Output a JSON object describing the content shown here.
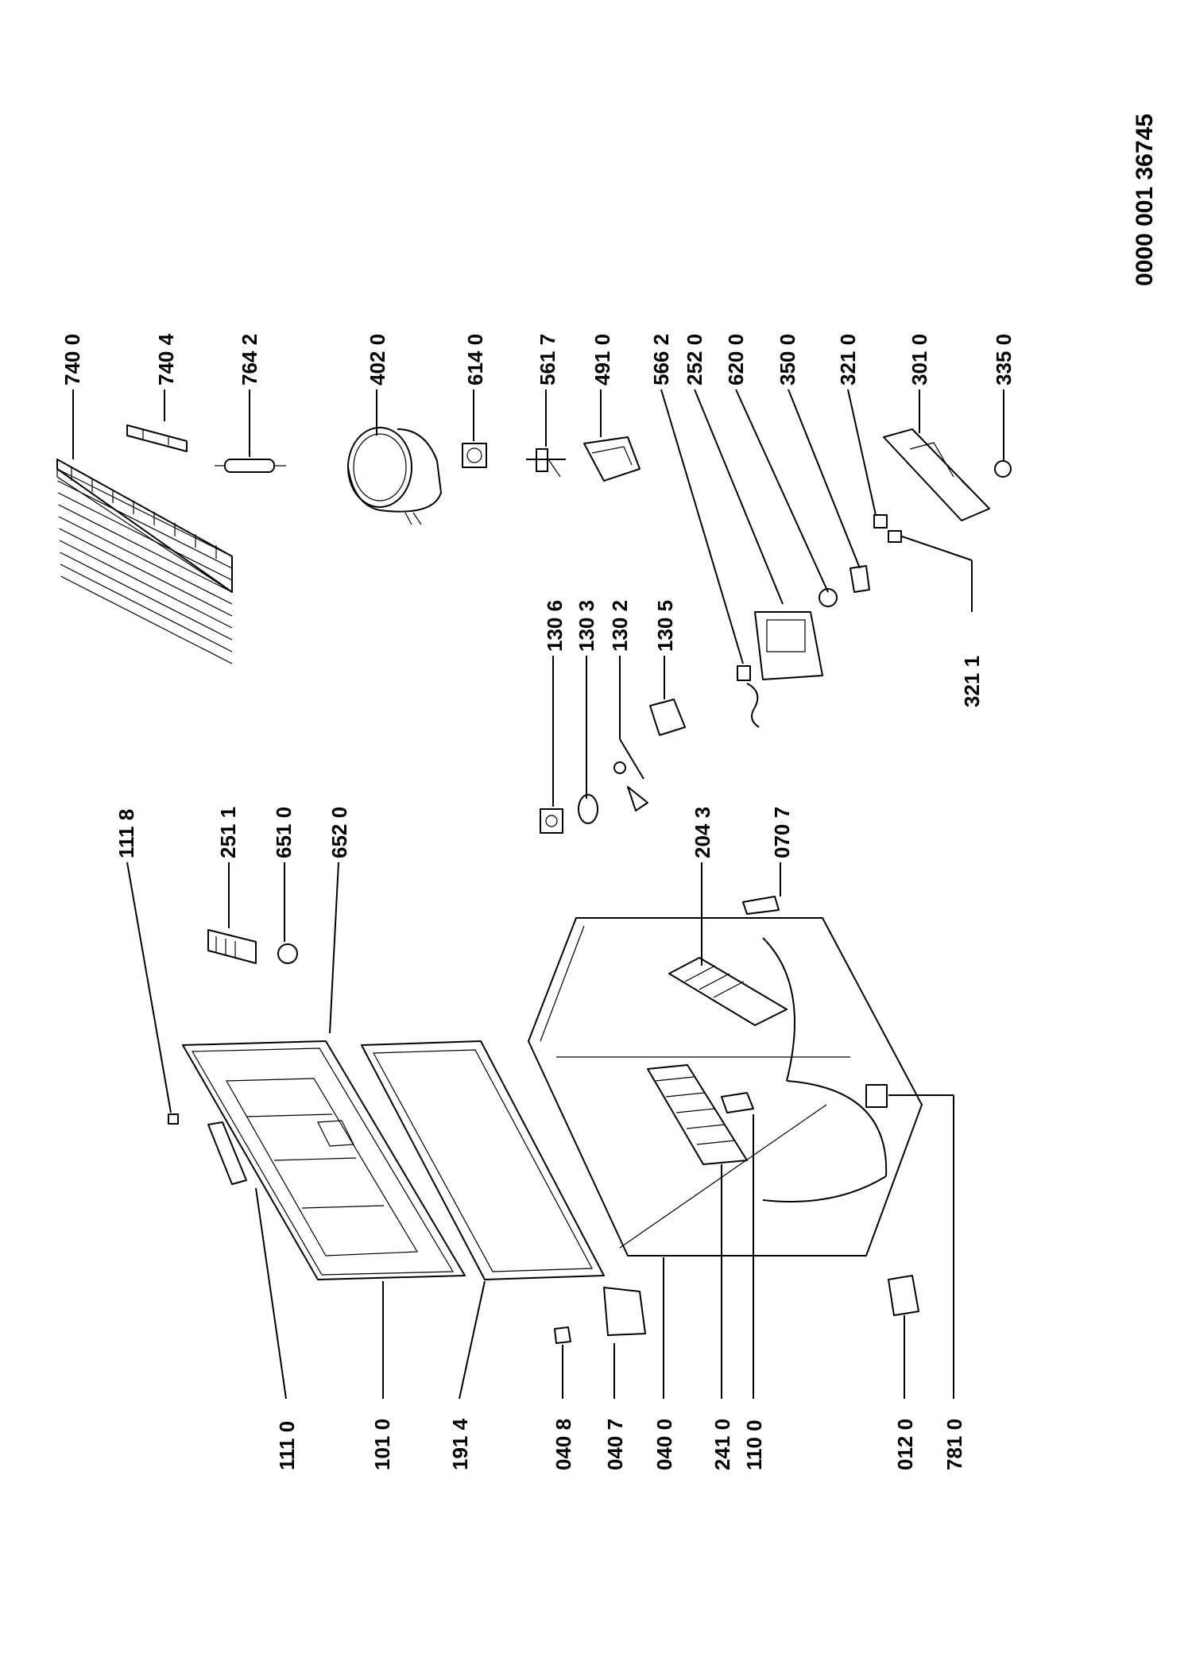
{
  "document_number": "0000 001 36745",
  "labels": [
    {
      "id": "7400",
      "text": "740 0"
    },
    {
      "id": "7404",
      "text": "740 4"
    },
    {
      "id": "7642",
      "text": "764 2"
    },
    {
      "id": "4020",
      "text": "402 0"
    },
    {
      "id": "6140",
      "text": "614 0"
    },
    {
      "id": "5617",
      "text": "561 7"
    },
    {
      "id": "4910",
      "text": "491 0"
    },
    {
      "id": "5662",
      "text": "566 2"
    },
    {
      "id": "2520",
      "text": "252 0"
    },
    {
      "id": "6200",
      "text": "620 0"
    },
    {
      "id": "3500",
      "text": "350 0"
    },
    {
      "id": "3210",
      "text": "321 0"
    },
    {
      "id": "3010",
      "text": "301 0"
    },
    {
      "id": "3350",
      "text": "335 0"
    },
    {
      "id": "3211",
      "text": "321 1"
    },
    {
      "id": "1306",
      "text": "130 6"
    },
    {
      "id": "1303",
      "text": "130 3"
    },
    {
      "id": "1302",
      "text": "130 2"
    },
    {
      "id": "1305",
      "text": "130 5"
    },
    {
      "id": "1118",
      "text": "111 8"
    },
    {
      "id": "2511",
      "text": "251 1"
    },
    {
      "id": "6510",
      "text": "651 0"
    },
    {
      "id": "6520",
      "text": "652 0"
    },
    {
      "id": "2043",
      "text": "204 3"
    },
    {
      "id": "0707",
      "text": "070 7"
    },
    {
      "id": "1110",
      "text": "111 0"
    },
    {
      "id": "1010",
      "text": "101 0"
    },
    {
      "id": "1914",
      "text": "191 4"
    },
    {
      "id": "0408",
      "text": "040 8"
    },
    {
      "id": "0407",
      "text": "040 7"
    },
    {
      "id": "0400",
      "text": "040 0"
    },
    {
      "id": "2410",
      "text": "241 0"
    },
    {
      "id": "1100",
      "text": "110 0"
    },
    {
      "id": "0120",
      "text": "012 0"
    },
    {
      "id": "7810",
      "text": "781 0"
    }
  ]
}
